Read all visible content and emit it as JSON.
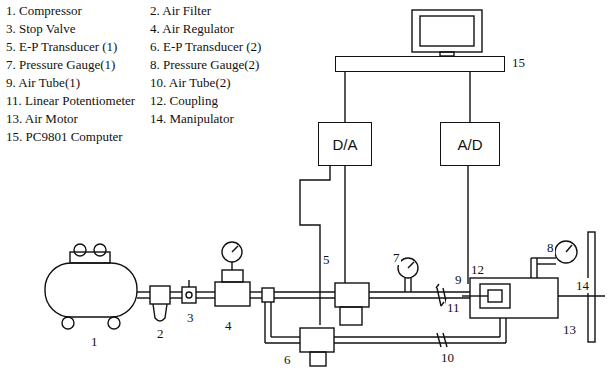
{
  "diagram": {
    "nodes": [
      {
        "text": [
          "15"
        ]
      },
      {
        "text": [
          "D/A"
        ]
      },
      {
        "text": [
          "A/D"
        ]
      }
    ],
    "edges": [
      {
        "from": 0,
        "to": 1,
        "arrow": "none"
      },
      {
        "from": 2,
        "to": 0,
        "arrow": "none"
      }
    ],
    "labels": [
      "1. Compressor",
      "2. Air Filter",
      "3. Stop Valve",
      "4. Air Regulator",
      "5. E-P Transducer (1)",
      "6. E-P Transducer (2)",
      "7. Pressure Gauge(1)",
      "8. Pressure Gauge(2)",
      "9. Air Tube(1)",
      "10. Air Tube(2)",
      "11. Linear Potentiometer",
      "12. Coupling",
      "13. Air Motor",
      "14. Manipulator",
      "15. PC9801 Computer",
      "1",
      "2",
      "3",
      "4",
      "5",
      "6",
      "7",
      "8",
      "9",
      "10",
      "11",
      "12",
      "13",
      "14"
    ]
  }
}
